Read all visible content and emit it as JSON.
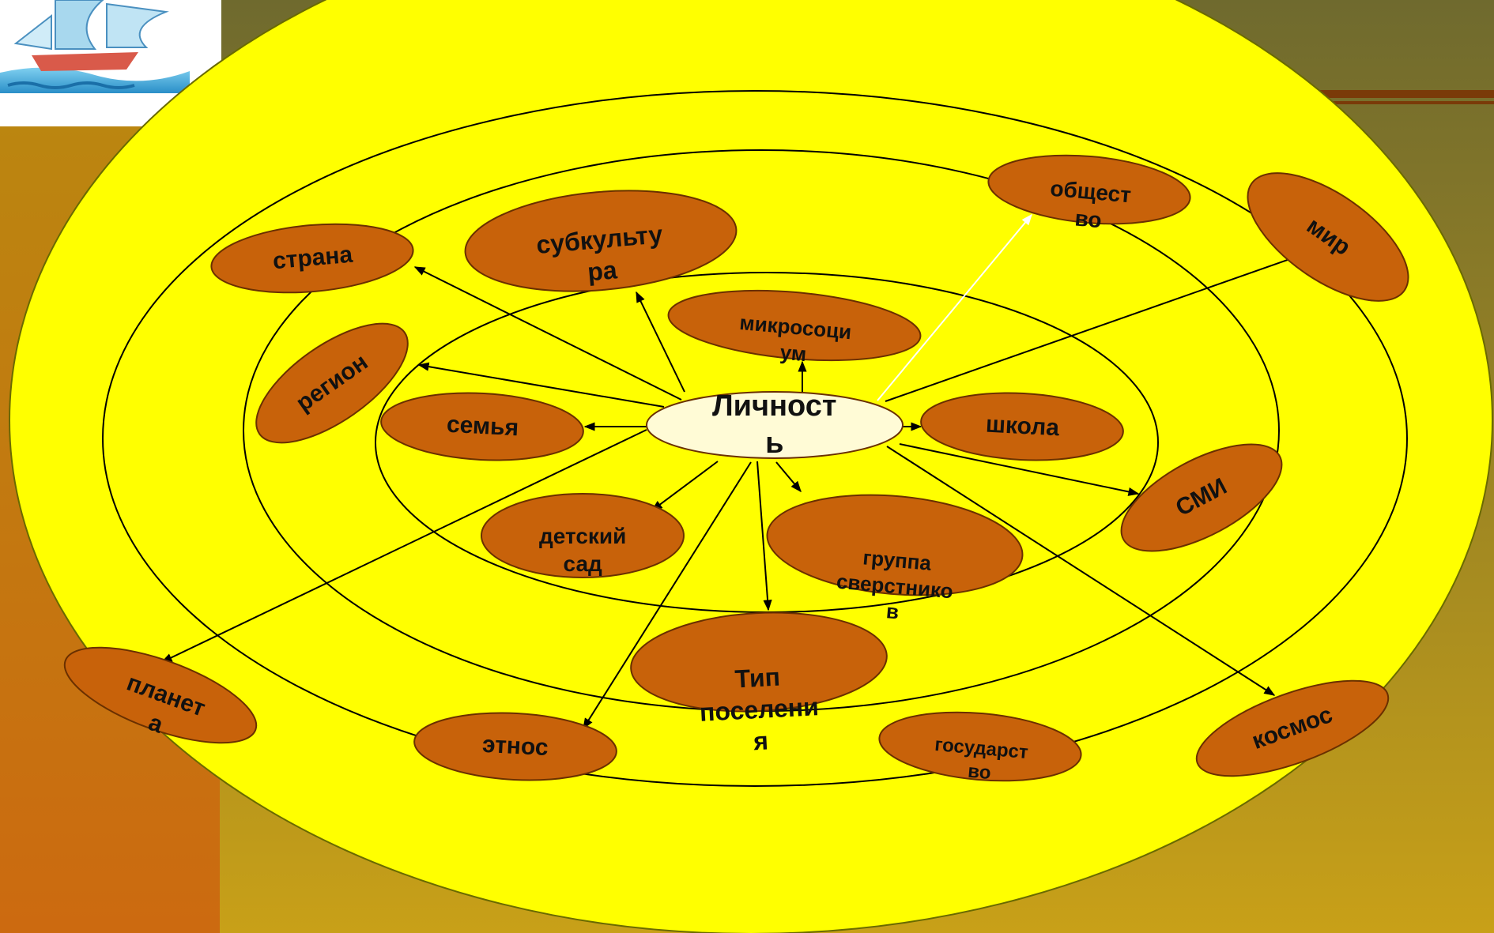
{
  "colors": {
    "background_top": "#6f6a2e",
    "background_bottom": "#c8a018",
    "left_bar": "#cc6a10",
    "stripe": "#7a3a08",
    "disk": "#ffff00",
    "node_fill": "#c8620a",
    "center_fill": "#fffbd6",
    "arrow": "#000000",
    "arrow_highlight": "#ffffff"
  },
  "logo": {
    "icon": "sailing-ship-icon"
  },
  "center": {
    "label": "Личност\nь"
  },
  "nodes": [
    {
      "id": "obshchestvo",
      "label": "общест\nво"
    },
    {
      "id": "mir",
      "label": "мир"
    },
    {
      "id": "subkultura",
      "label": "субкульту\nра"
    },
    {
      "id": "strana",
      "label": "страна"
    },
    {
      "id": "mikrosocium",
      "label": "микросоци\nум"
    },
    {
      "id": "region",
      "label": "регион"
    },
    {
      "id": "semya",
      "label": "семья"
    },
    {
      "id": "shkola",
      "label": "школа"
    },
    {
      "id": "smi",
      "label": "СМИ"
    },
    {
      "id": "detsad",
      "label": "детский\nсад"
    },
    {
      "id": "gruppa",
      "label": "группа\nсверстнико\nв"
    },
    {
      "id": "tip",
      "label": "Тип\nпоселени\nя"
    },
    {
      "id": "planeta",
      "label": "планет\nа"
    },
    {
      "id": "etnos",
      "label": "этнос"
    },
    {
      "id": "gosudarstvo",
      "label": "государст\nво"
    },
    {
      "id": "kosmos",
      "label": "космос"
    }
  ],
  "edges": [
    {
      "from": "center",
      "to": "strana"
    },
    {
      "from": "center",
      "to": "subkultura"
    },
    {
      "from": "center",
      "to": "region"
    },
    {
      "from": "center",
      "to": "semya"
    },
    {
      "from": "center",
      "to": "mikrosocium"
    },
    {
      "from": "center",
      "to": "obshchestvo",
      "highlight": true
    },
    {
      "from": "center",
      "to": "mir"
    },
    {
      "from": "center",
      "to": "shkola"
    },
    {
      "from": "center",
      "to": "smi"
    },
    {
      "from": "center",
      "to": "kosmos"
    },
    {
      "from": "center",
      "to": "gruppa"
    },
    {
      "from": "center",
      "to": "tip"
    },
    {
      "from": "center",
      "to": "detsad"
    },
    {
      "from": "center",
      "to": "etnos"
    },
    {
      "from": "center",
      "to": "planeta"
    }
  ]
}
